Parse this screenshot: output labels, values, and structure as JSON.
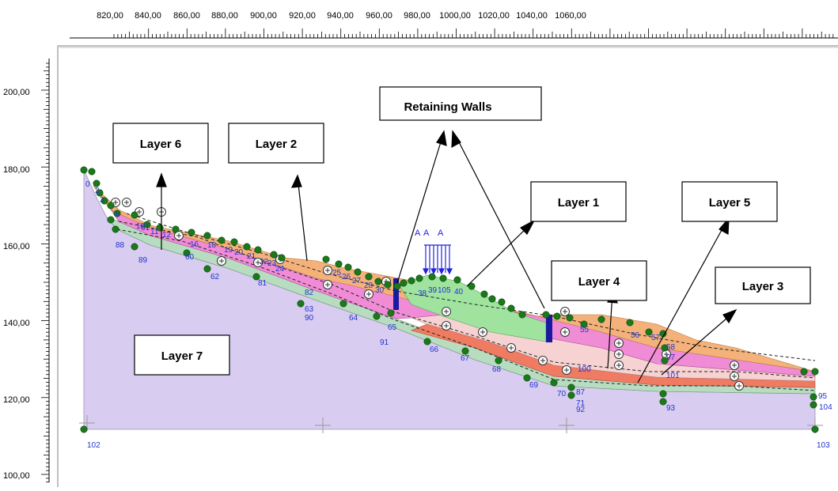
{
  "top_ruler": {
    "ticks": [
      "820,00",
      "840,00",
      "860,00",
      "880,00",
      "900,00",
      "920,00",
      "940,00",
      "960,00",
      "980,00",
      "1000,00",
      "1020,00",
      "1040,00",
      "1060,00"
    ]
  },
  "left_ruler": {
    "ticks": [
      "200,00",
      "180,00",
      "160,00",
      "140,00",
      "120,00",
      "100,00"
    ]
  },
  "colors": {
    "layer7": "#d8cdf0",
    "layer6": "#b7dcc0",
    "layer5_pink": "#f08cd6",
    "layer4_lightpink": "#f6d2d2",
    "layer3_red": "#ef7b63",
    "layer2_orange": "#f4b27a",
    "layer1_green": "#9fe39f",
    "wall": "#1a1aa0",
    "node": "#1a7a1a",
    "node_label": "#2233cc",
    "load": "#2222dd"
  },
  "callouts": {
    "layer6": "Layer 6",
    "layer2": "Layer 2",
    "retaining_walls": "Retaining Walls",
    "layer1": "Layer 1",
    "layer5": "Layer 5",
    "layer4": "Layer 4",
    "layer3": "Layer 3",
    "layer7": "Layer 7"
  },
  "load_labels": [
    "A",
    "A",
    "A"
  ],
  "node_labels": [
    "0",
    "2",
    "3",
    "6",
    "10",
    "11",
    "12",
    "16",
    "18",
    "19",
    "20",
    "21",
    "22",
    "23",
    "24",
    "25",
    "26",
    "27",
    "28",
    "30",
    "38",
    "39",
    "105",
    "40",
    "55",
    "56",
    "57",
    "58",
    "97",
    "100",
    "101",
    "61",
    "60",
    "62",
    "81",
    "82",
    "63",
    "64",
    "65",
    "66",
    "67",
    "68",
    "69",
    "70",
    "71",
    "87",
    "88",
    "89",
    "90",
    "91",
    "92",
    "93",
    "95",
    "102",
    "103",
    "104"
  ]
}
